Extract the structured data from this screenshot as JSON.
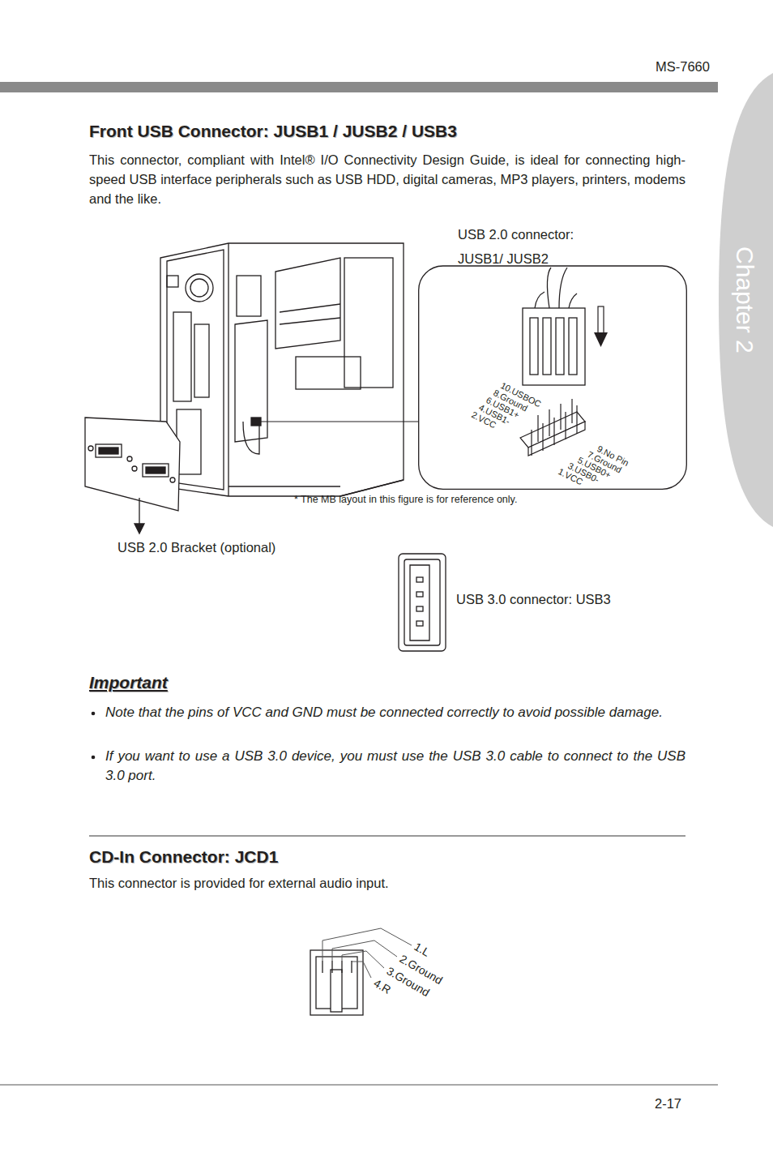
{
  "diagram": {
    "title": "Front USB Connector: JUSB1 / JUSB2 / USB3",
    "nodes": [
      {
        "text": [
          "Chapter 2"
        ]
      },
      {
        "text": [
          "USB 2.0 connector: JUSB1/ JUSB2",
          "10.USBOC",
          "8.Ground",
          "6.USB1+",
          "4.USB1-",
          "2.VCC",
          "9.No Pin",
          "7.Ground",
          "5.USB0+",
          "3.USB0-",
          "1.VCC"
        ]
      }
    ],
    "labels": [
      "MS-7660",
      "This connector, compliant with Intel® I/O Connectivity Design Guide, is ideal for connecting high-speed USB interface peripherals such as USB HDD, digital cameras, MP3 players, printers, modems and the like.",
      "USB 2.0 Bracket (optional)",
      "* The MB layout in this figure is for reference only.",
      "USB 3.0 connector: USB3",
      "Important",
      "Note that the pins of VCC and GND must be connected correctly to avoid possible damage.",
      "If you want to use a USB 3.0 device, you must use the USB 3.0 cable to connect to the USB 3.0 port.",
      "CD-In Connector: JCD1",
      "This connector is provided for external audio input.",
      "1.L",
      "2.Ground",
      "3.Ground",
      "4.R",
      "2-17"
    ]
  }
}
